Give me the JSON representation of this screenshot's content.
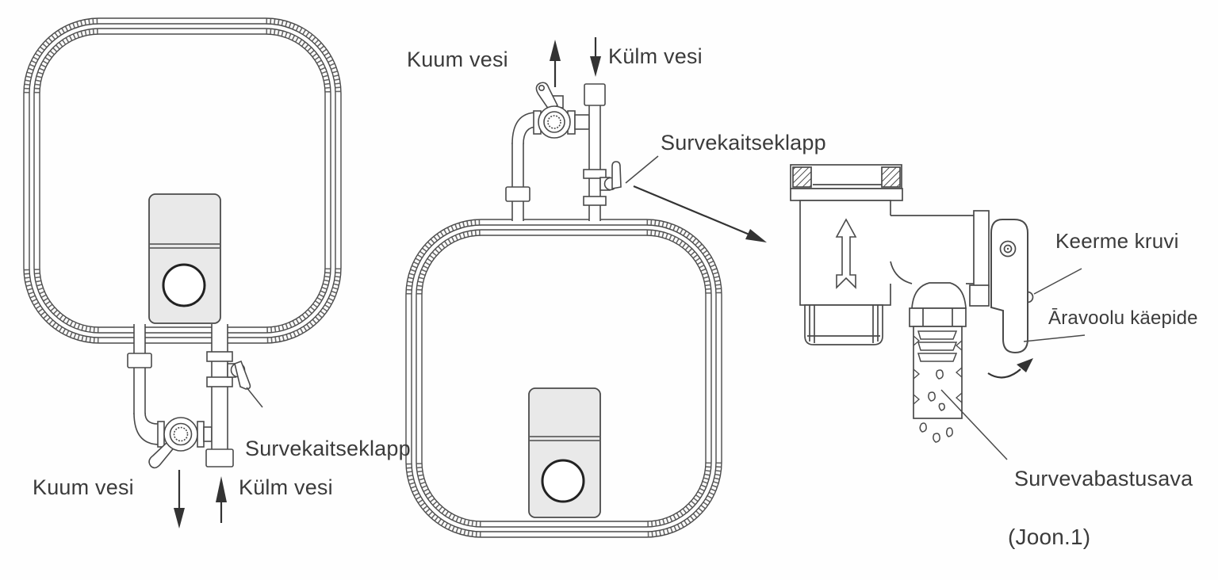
{
  "colors": {
    "line": "#4a4a4a",
    "text": "#3b3b3b",
    "panel_fill": "#e9e9e9",
    "background": "#fefefe"
  },
  "figures": {
    "left_heater": {
      "description": "water heater with bottom pipe connections",
      "labels": {
        "hot_water": "Kuum vesi",
        "cold_water": "Külm vesi",
        "safety_valve": "Survekaitseklapp"
      }
    },
    "middle_heater": {
      "description": "water heater with top pipe connections",
      "labels": {
        "hot_water": "Kuum vesi",
        "cold_water": "Külm vesi",
        "safety_valve": "Survekaitseklapp"
      }
    },
    "valve_detail": {
      "description": "enlarged pressure safety valve",
      "labels": {
        "thread_screw": "Keerme kruvi",
        "drain_handle": "Āravoolu käepide",
        "pressure_relief_opening": "Survevabastusava",
        "caption": "(Joon.1)"
      }
    }
  }
}
